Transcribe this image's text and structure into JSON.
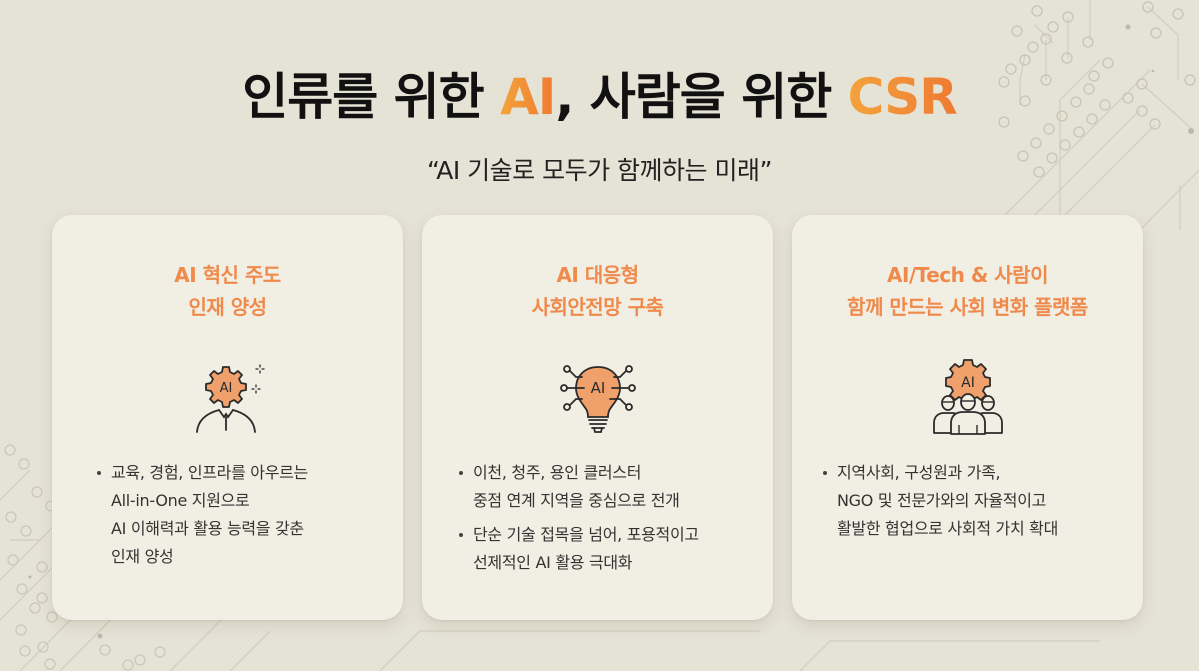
{
  "header": {
    "title_part1": "인류를 위한 ",
    "title_accent1": "AI",
    "title_part2": ", 사람을 위한 ",
    "title_accent2": "CSR",
    "subtitle": "“AI 기술로 모두가 함께하는 미래”"
  },
  "colors": {
    "background": "#e5e2d6",
    "card": "#f1efe3",
    "accent_orange": "#ef8a4c",
    "accent_gradient_start": "#f3a33c",
    "accent_gradient_end": "#ef7a32",
    "icon_fill": "#f0a06a",
    "text_dark": "#111111"
  },
  "cards": [
    {
      "title_lines": [
        "AI 혁신 주도",
        "인재 양성"
      ],
      "icon": "person-gear-ai-icon",
      "icon_label": "AI",
      "bullets": [
        [
          "교육, 경험, 인프라를 아우르는",
          "All-in-One 지원으로",
          "AI 이해력과 활용 능력을 갖춘",
          "인재 양성"
        ]
      ]
    },
    {
      "title_lines": [
        "AI 대응형",
        "사회안전망 구축"
      ],
      "icon": "lightbulb-ai-network-icon",
      "icon_label": "AI",
      "bullets": [
        [
          "이천, 청주, 용인 클러스터",
          "중점 연계 지역을 중심으로 전개"
        ],
        [
          "단순 기술 접목을 넘어, 포용적이고",
          "선제적인 AI 활용 극대화"
        ]
      ]
    },
    {
      "title_lines": [
        "AI/Tech & 사람이",
        "함께 만드는 사회 변화 플랫폼"
      ],
      "icon": "people-group-gear-ai-icon",
      "icon_label": "AI",
      "bullets": [
        [
          "지역사회, 구성원과 가족,",
          "NGO 및 전문가와의 자율적이고",
          "활발한 협업으로 사회적 가치 확대"
        ]
      ]
    }
  ]
}
